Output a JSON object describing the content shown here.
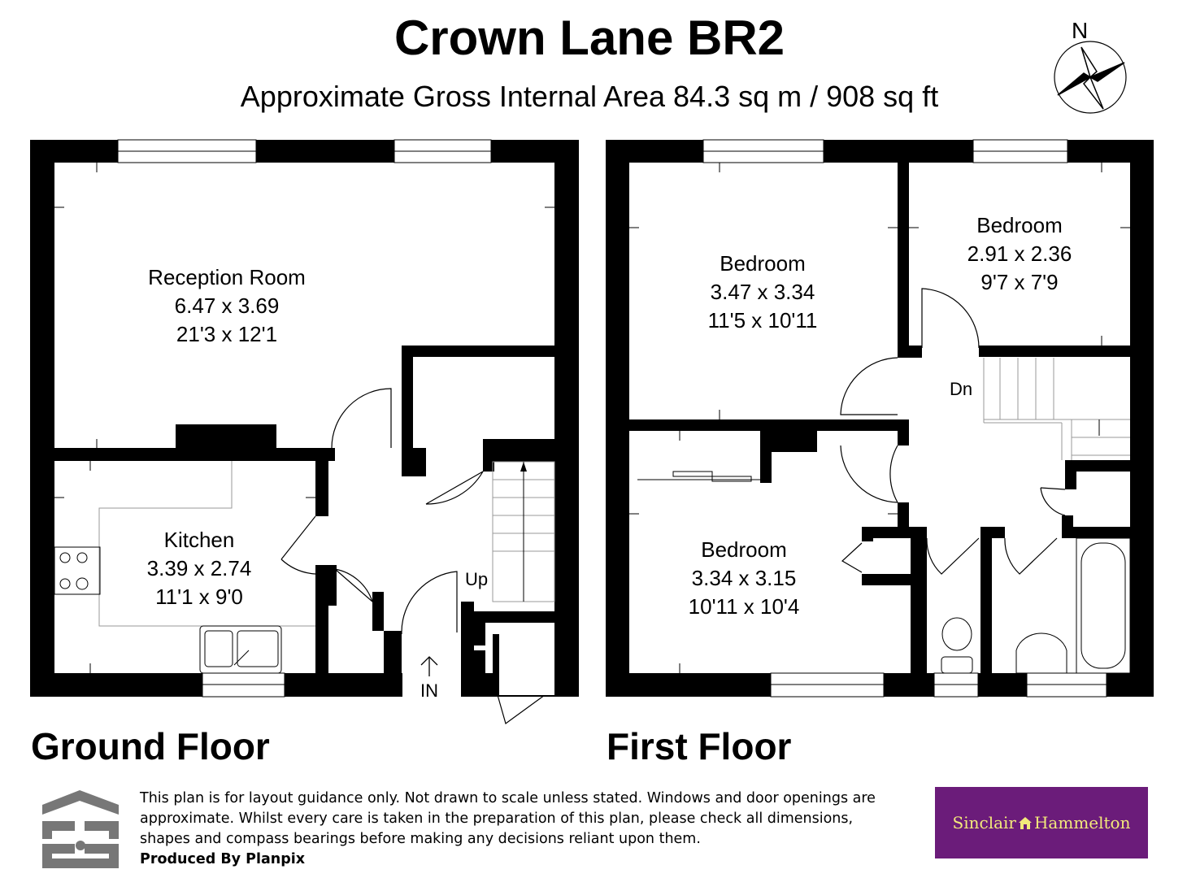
{
  "header": {
    "title": "Crown Lane BR2",
    "subtitle": "Approximate Gross Internal Area 84.3 sq m / 908 sq ft"
  },
  "compass": {
    "label": "N"
  },
  "floors": {
    "ground": {
      "label": "Ground Floor",
      "rooms": [
        {
          "name": "Reception Room",
          "metric": "6.47 x 3.69",
          "imperial": "21'3 x 12'1"
        },
        {
          "name": "Kitchen",
          "metric": "3.39 x 2.74",
          "imperial": "11'1 x 9'0"
        }
      ],
      "stairs_label": "Up",
      "entrance_label": "IN"
    },
    "first": {
      "label": "First Floor",
      "rooms": [
        {
          "name": "Bedroom",
          "metric": "3.47 x 3.34",
          "imperial": "11'5 x 10'11"
        },
        {
          "name": "Bedroom",
          "metric": "2.91 x 2.36",
          "imperial": "9'7 x 7'9"
        },
        {
          "name": "Bedroom",
          "metric": "3.34 x 3.15",
          "imperial": "10'11 x 10'4"
        }
      ],
      "stairs_label": "Dn"
    }
  },
  "footer": {
    "disclaimer": "This plan is for layout guidance only. Not drawn to scale unless stated. Windows and door openings are approximate. Whilst every care is taken in the preparation of this plan, please check all dimensions, shapes and compass bearings before making any decisions reliant upon them.",
    "produced_by": "Produced By Planpix"
  },
  "brand": {
    "left": "Sinclair",
    "right": "Hammelton",
    "color": "#6b1c7a"
  }
}
